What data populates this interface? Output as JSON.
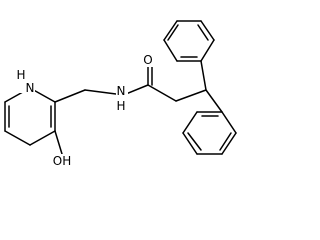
{
  "molecule": {
    "atom_labels": {
      "carbonyl_oxygen": "O",
      "amide_nitrogen": "N",
      "amide_hydrogen": "H",
      "ring_nitrogen": "N",
      "ring_nitrogen_hydrogen": "H",
      "ring_hydroxyl": "OH"
    },
    "colors": {
      "bonds": "#000000",
      "labels": "#000000",
      "background": "#ffffff"
    }
  }
}
